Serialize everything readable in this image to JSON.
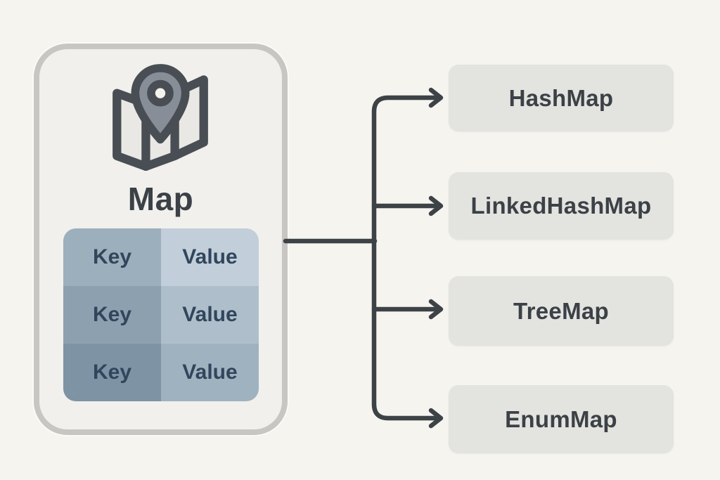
{
  "diagram": {
    "root": {
      "title": "Map",
      "icon": "map-location-icon",
      "table": {
        "rows": [
          {
            "key": "Key",
            "value": "Value"
          },
          {
            "key": "Key",
            "value": "Value"
          },
          {
            "key": "Key",
            "value": "Value"
          }
        ]
      }
    },
    "implementations": [
      {
        "label": "HashMap"
      },
      {
        "label": "LinkedHashMap"
      },
      {
        "label": "TreeMap"
      },
      {
        "label": "EnumMap"
      }
    ],
    "edges": [
      {
        "from": "Map",
        "to": "HashMap"
      },
      {
        "from": "Map",
        "to": "LinkedHashMap"
      },
      {
        "from": "Map",
        "to": "TreeMap"
      },
      {
        "from": "Map",
        "to": "EnumMap"
      }
    ],
    "colors": {
      "background": "#f5f4ef",
      "panel_fill": "#f1f0ec",
      "panel_border": "#c7c6c3",
      "node_fill": "#e3e3e0",
      "ink": "#3b4146",
      "arrow": "#3d4247",
      "table_text": "#31465c",
      "table_rows": [
        {
          "key": "#9cafbc",
          "value": "#c2cfda"
        },
        {
          "key": "#8ca0b0",
          "value": "#aebfcb"
        },
        {
          "key": "#7e93a4",
          "value": "#9fb2c0"
        }
      ]
    }
  }
}
